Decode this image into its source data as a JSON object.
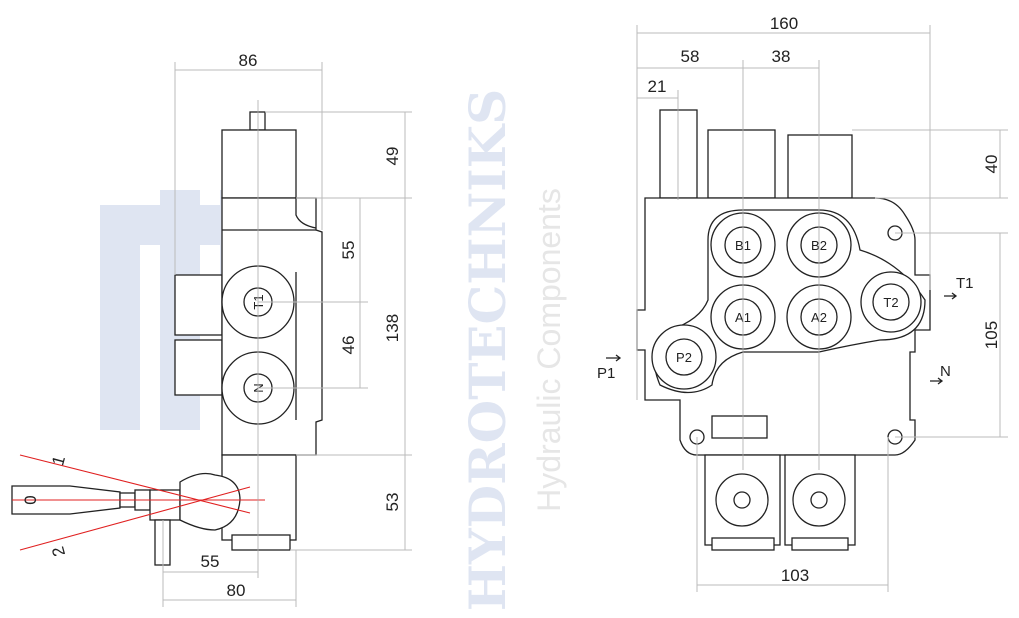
{
  "watermark": {
    "brand": "HYDROTECHNIKS",
    "tagline": "Hydraulic Components"
  },
  "side_view": {
    "dimensions": {
      "width_top": "86",
      "top_height": "49",
      "body_height": "138",
      "bottom_height": "53",
      "upper_port_offset": "55",
      "lower_port_spacing": "46",
      "lever_offset": "55",
      "lever_width": "80"
    },
    "ports": {
      "tank": "T1",
      "neutral": "N"
    },
    "lever_positions": [
      "0",
      "1",
      "2"
    ]
  },
  "front_view": {
    "dimensions": {
      "overall_width": "160",
      "first_offset": "58",
      "spool_spacing": "38",
      "fitting_offset": "21",
      "top_height": "40",
      "hole_spacing_vertical": "105",
      "hole_spacing_horizontal": "103"
    },
    "ports": [
      "B1",
      "B2",
      "A1",
      "A2",
      "T2",
      "P2"
    ],
    "side_labels": {
      "inlet": "P1",
      "tank": "T1",
      "neutral": "N"
    }
  },
  "colors": {
    "line": "#222222",
    "dimension": "#bbbbbb",
    "lever_range": "#e02020",
    "watermark": "#dfe5f2"
  }
}
